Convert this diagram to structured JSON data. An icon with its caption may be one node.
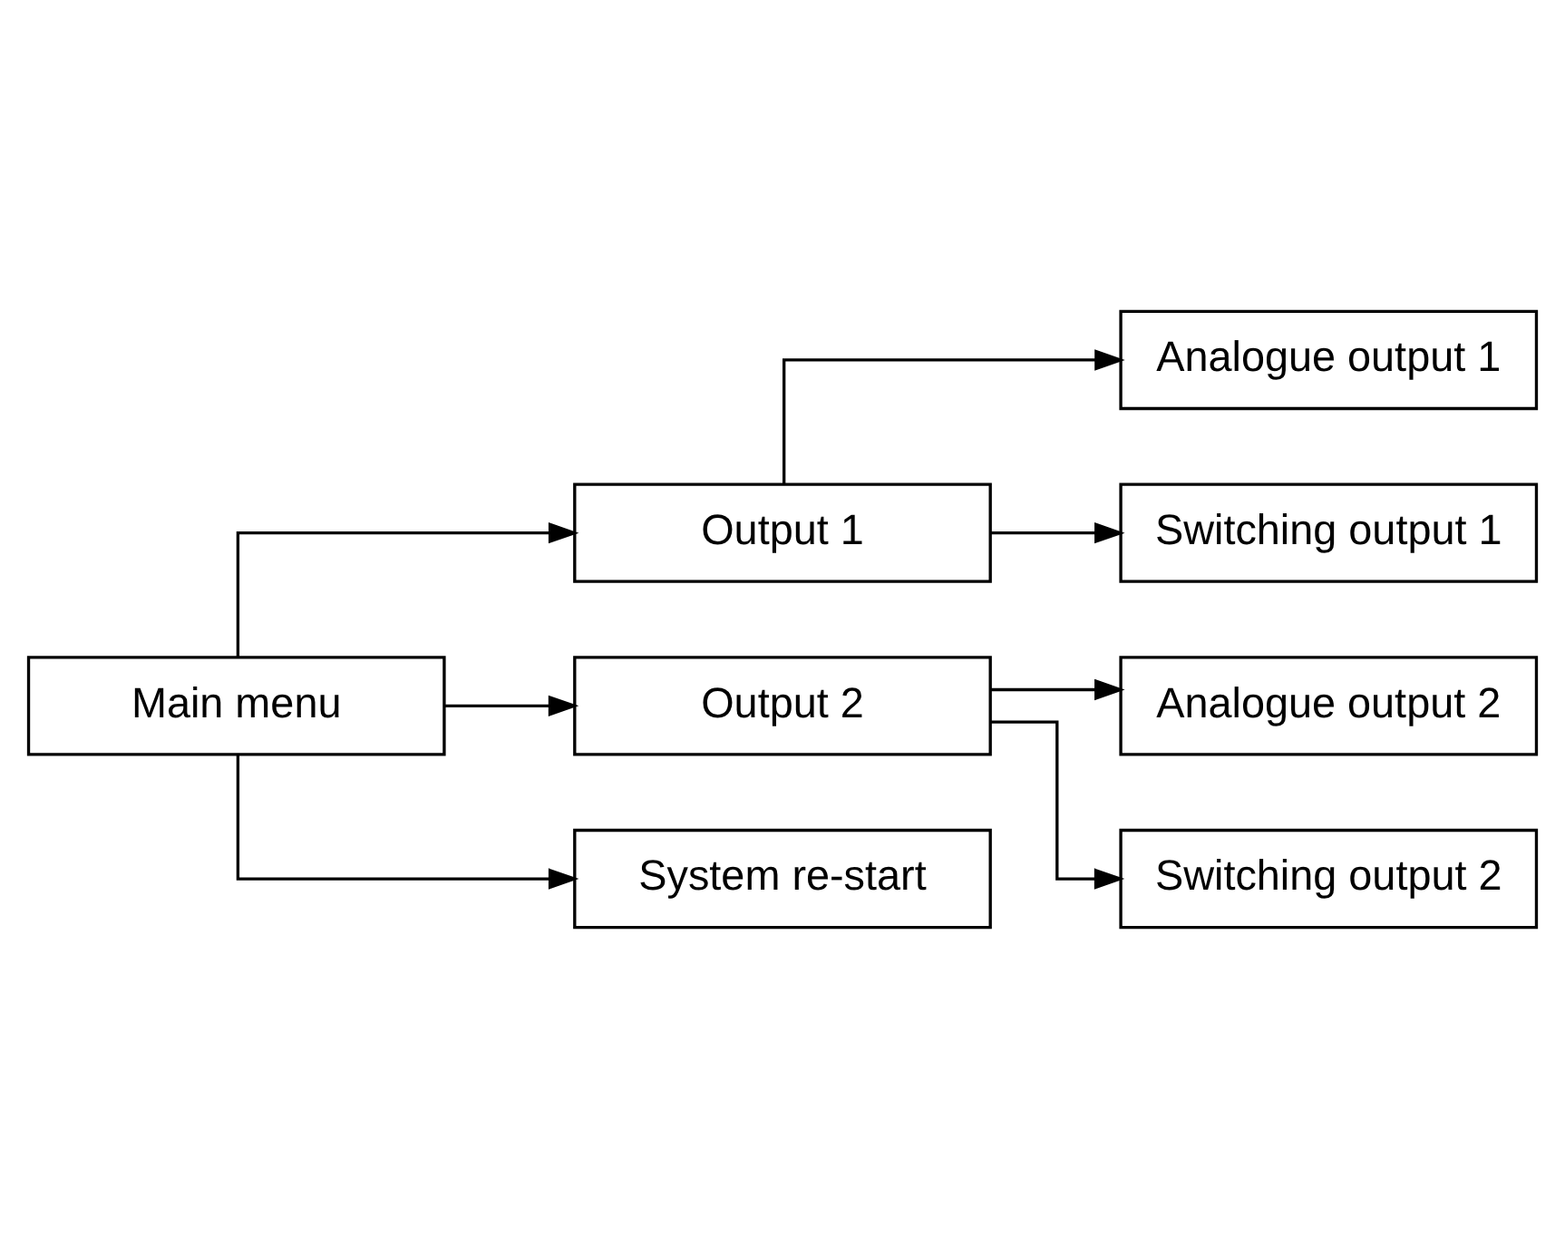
{
  "diagram": {
    "nodes": [
      {
        "text": [
          "Main menu"
        ]
      },
      {
        "text": [
          "Output 1"
        ]
      },
      {
        "text": [
          "Analogue output 1"
        ]
      },
      {
        "text": [
          "Switching output 1"
        ]
      },
      {
        "text": [
          "Output 2"
        ]
      },
      {
        "text": [
          "Analogue output 2"
        ]
      },
      {
        "text": [
          "Switching output 2"
        ]
      },
      {
        "text": [
          "System re-start"
        ]
      }
    ],
    "edges": [
      {
        "from": 0,
        "to": 1,
        "arrow": "to"
      },
      {
        "from": 1,
        "to": 2,
        "arrow": "to"
      },
      {
        "from": 1,
        "to": 3,
        "arrow": "to"
      },
      {
        "from": 0,
        "to": 4,
        "arrow": "to"
      },
      {
        "from": 4,
        "to": 5,
        "arrow": "to"
      },
      {
        "from": 4,
        "to": 6,
        "arrow": "to"
      },
      {
        "from": 0,
        "to": 7,
        "arrow": "to"
      }
    ]
  }
}
